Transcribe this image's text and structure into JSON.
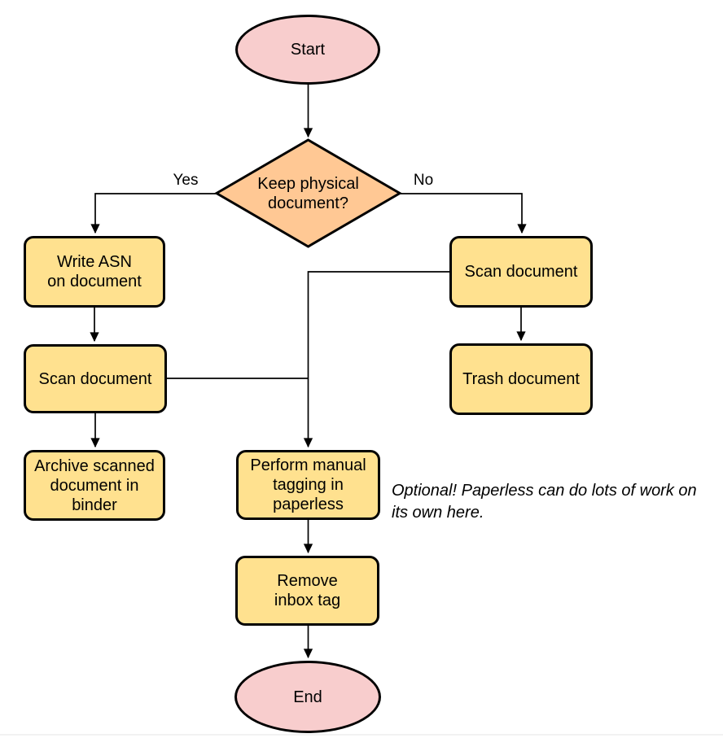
{
  "diagram": {
    "type": "flowchart",
    "colors": {
      "terminator_fill": "#f8cdcd",
      "decision_fill": "#ffc894",
      "process_fill": "#ffe18f",
      "stroke": "#000000"
    },
    "nodes": {
      "start": {
        "type": "terminator",
        "label": "Start"
      },
      "decision": {
        "type": "decision",
        "label": "Keep physical\ndocument?"
      },
      "write_asn": {
        "type": "process",
        "label": "Write ASN\non document"
      },
      "scan_left": {
        "type": "process",
        "label": "Scan document"
      },
      "archive": {
        "type": "process",
        "label": "Archive scanned\ndocument in\nbinder"
      },
      "scan_right": {
        "type": "process",
        "label": "Scan document"
      },
      "trash": {
        "type": "process",
        "label": "Trash document"
      },
      "tagging": {
        "type": "process",
        "label": "Perform manual\ntagging in\npaperless"
      },
      "remove_inbox": {
        "type": "process",
        "label": "Remove\ninbox tag"
      },
      "end": {
        "type": "terminator",
        "label": "End"
      }
    },
    "edges": [
      {
        "from": "start",
        "to": "decision",
        "label": ""
      },
      {
        "from": "decision",
        "to": "write_asn",
        "label": "Yes"
      },
      {
        "from": "decision",
        "to": "scan_right",
        "label": "No"
      },
      {
        "from": "write_asn",
        "to": "scan_left",
        "label": ""
      },
      {
        "from": "scan_left",
        "to": "archive",
        "label": ""
      },
      {
        "from": "scan_left",
        "to": "tagging",
        "label": ""
      },
      {
        "from": "scan_right",
        "to": "trash",
        "label": ""
      },
      {
        "from": "scan_right",
        "to": "tagging",
        "label": ""
      },
      {
        "from": "tagging",
        "to": "remove_inbox",
        "label": ""
      },
      {
        "from": "remove_inbox",
        "to": "end",
        "label": ""
      }
    ],
    "annotation": "Optional! Paperless can do lots of work on\nits own here."
  }
}
